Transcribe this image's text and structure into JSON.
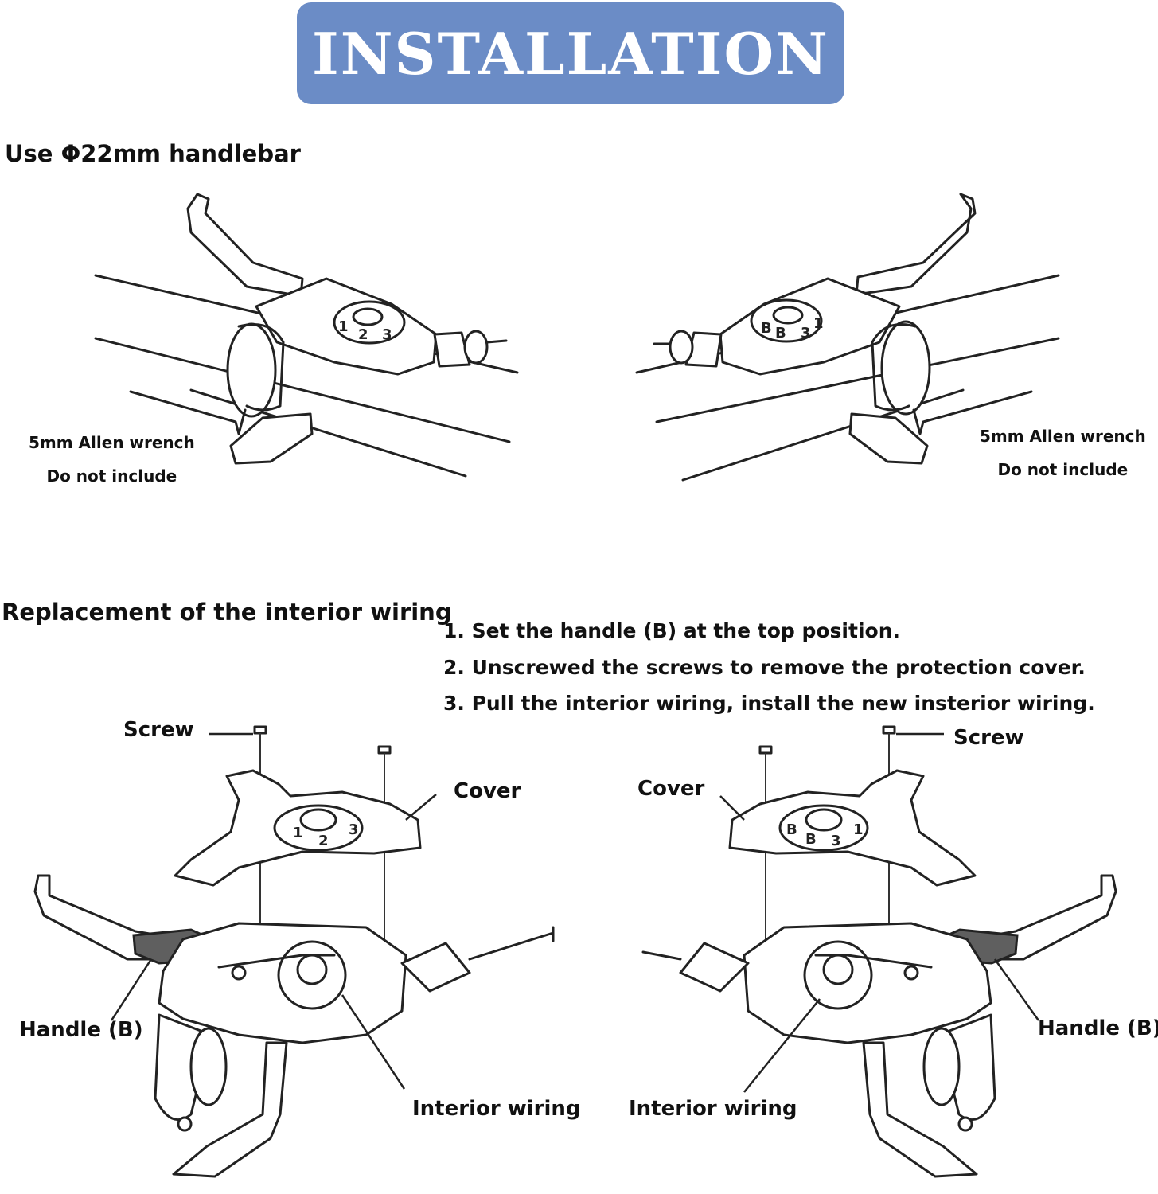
{
  "header": {
    "title": "INSTALLATION",
    "color": "#6b8cc6"
  },
  "handlebar": {
    "heading": "Use Φ22mm handlebar",
    "left_note": {
      "line1": "5mm Allen wrench",
      "line2": "Do not include"
    },
    "right_note": {
      "line1": "5mm Allen wrench",
      "line2": "Do not include"
    },
    "left_dial": [
      "1",
      "2",
      "3"
    ],
    "right_dial": [
      "1",
      "3",
      "B",
      "B"
    ]
  },
  "wiring": {
    "heading": "Replacement of the interior wiring",
    "steps": [
      "1. Set the handle (B) at the top position.",
      "2. Unscrewed the screws to remove the protection cover.",
      "3. Pull the interior wiring, install the new insterior wiring."
    ],
    "labels": {
      "screw_left": "Screw",
      "screw_right": "Screw",
      "cover_left": "Cover",
      "cover_right": "Cover",
      "handle_left": "Handle (B)",
      "handle_right": "Handle (B)",
      "interior_left": "Interior wiring",
      "interior_right": "Interior wiring"
    }
  }
}
